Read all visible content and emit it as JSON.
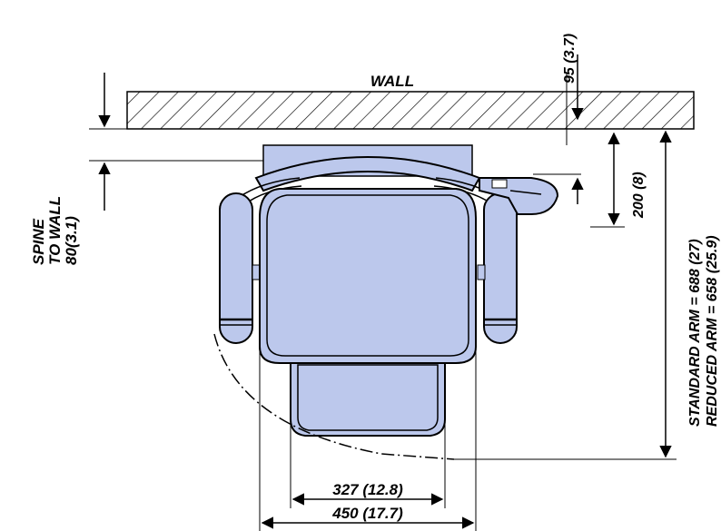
{
  "labels": {
    "wall": "WALL",
    "spine_to_wall_line1": "SPINE",
    "spine_to_wall_line2": "TO WALL",
    "spine_to_wall_value": "80(3.1)",
    "top_clearance": "95 (3.7)",
    "armrest_offset": "200 (8)",
    "standard_arm": "STANDARD ARM = 688 (27)",
    "reduced_arm": "REDUCED ARM = 658 (25.9)",
    "seat_width": "327 (12.8)",
    "overall_width": "450 (17.7)"
  },
  "colors": {
    "chair_fill": "#bcc8ec",
    "line": "#000000",
    "background": "#ffffff"
  }
}
